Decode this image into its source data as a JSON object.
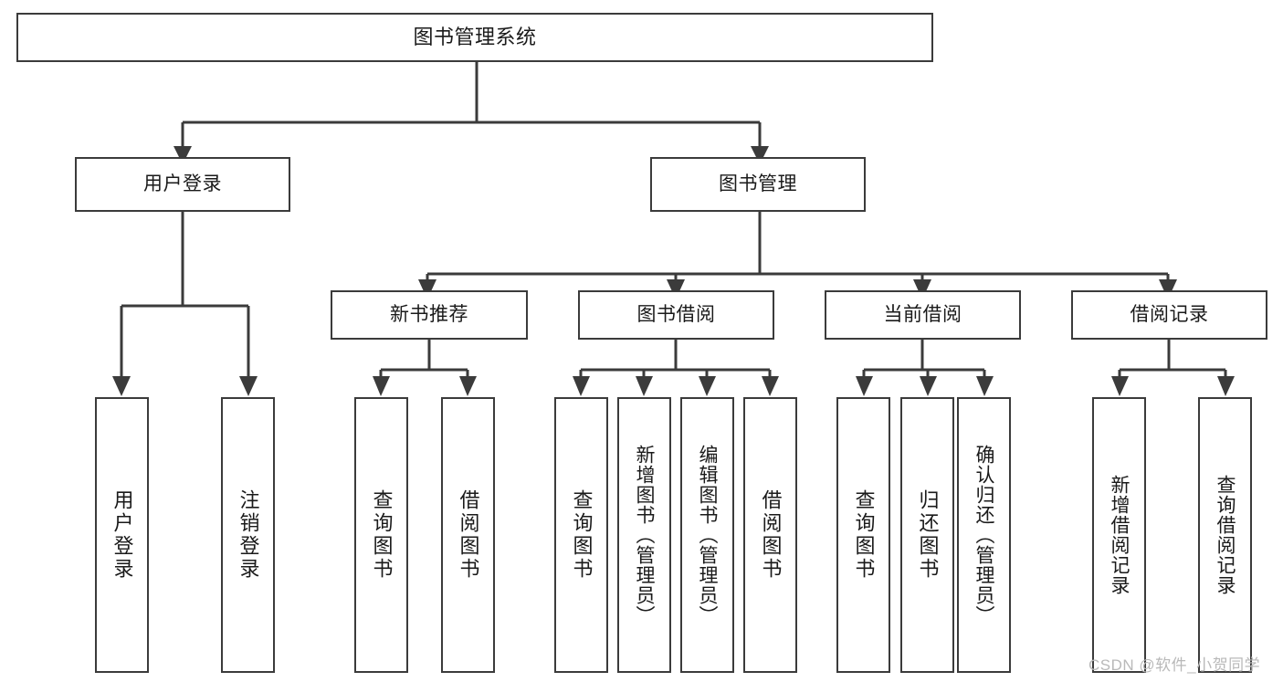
{
  "diagram": {
    "type": "tree-hierarchy-chart",
    "title": "图书管理系统",
    "line_color": "#3b3b3b",
    "box_fill": "#ffffff",
    "text_color": "#1a1a1a",
    "levels": 4,
    "nodes": {
      "root": {
        "label": "图书管理系统"
      },
      "level2": [
        {
          "label": "用户登录"
        },
        {
          "label": "图书管理"
        }
      ],
      "level3": [
        {
          "label": "新书推荐"
        },
        {
          "label": "图书借阅"
        },
        {
          "label": "当前借阅"
        },
        {
          "label": "借阅记录"
        }
      ],
      "leaves_user_login": [
        {
          "label": "用户登录"
        },
        {
          "label": "注销登录"
        }
      ],
      "leaves_new_book": [
        {
          "label": "查询图书"
        },
        {
          "label": "借阅图书"
        }
      ],
      "leaves_borrow": [
        {
          "label": "查询图书"
        },
        {
          "label": "新增图书（管理员）"
        },
        {
          "label": "编辑图书（管理员）"
        },
        {
          "label": "借阅图书"
        }
      ],
      "leaves_current": [
        {
          "label": "查询图书"
        },
        {
          "label": "归还图书"
        },
        {
          "label": "确认归还（管理员）"
        }
      ],
      "leaves_records": [
        {
          "label": "新增借阅记录"
        },
        {
          "label": "查询借阅记录"
        }
      ]
    }
  },
  "watermark": {
    "text": "CSDN @软件_小贺同学"
  }
}
